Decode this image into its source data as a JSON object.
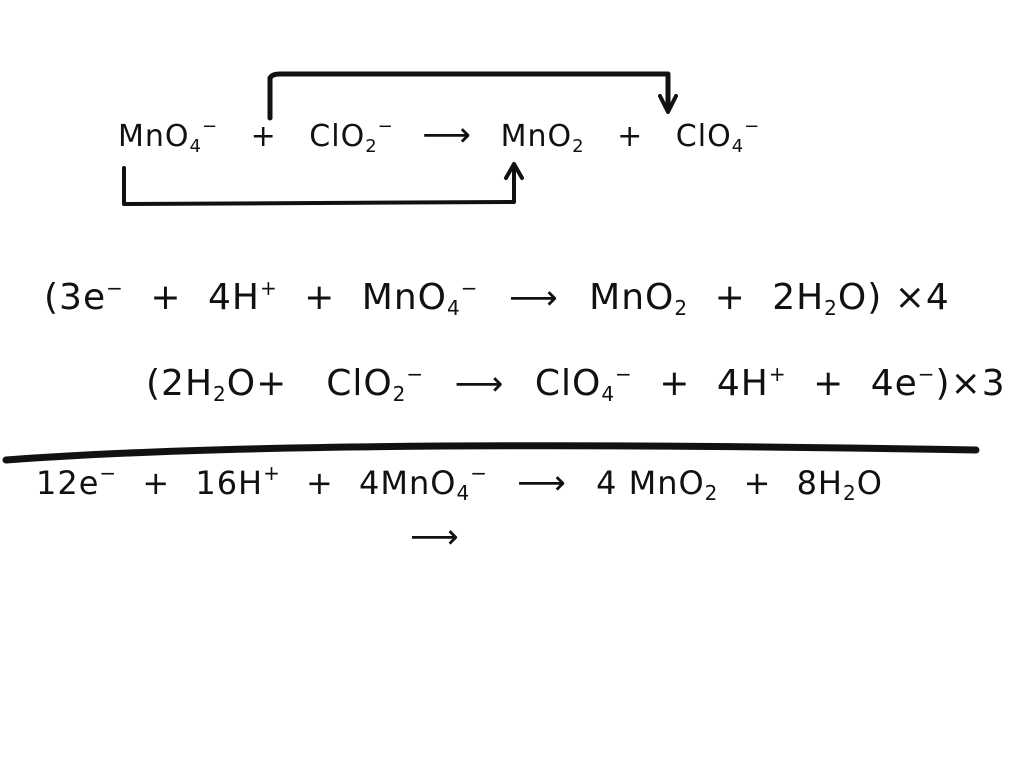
{
  "equation_1": {
    "reactant_1": "MnO",
    "reactant_1_sub": "4",
    "reactant_1_sup": "−",
    "plus_1": "+",
    "reactant_2": "ClO",
    "reactant_2_sub": "2",
    "reactant_2_sup": "−",
    "arrow": "⟶",
    "product_1": "MnO",
    "product_1_sub": "2",
    "plus_2": "+",
    "product_2": "ClO",
    "product_2_sub": "4",
    "product_2_sup": "−"
  },
  "half_reaction_reduction": {
    "open_paren": "(",
    "electrons": "3e",
    "electrons_sup": "−",
    "plus_1": "+",
    "protons": "4H",
    "protons_sup": "+",
    "plus_2": "+",
    "reactant": "MnO",
    "reactant_sub": "4",
    "reactant_sup": "−",
    "arrow": "⟶",
    "product_1": "MnO",
    "product_1_sub": "2",
    "plus_3": "+",
    "water_coef": "2H",
    "water_sub": "2",
    "water_o": "O",
    "close_paren": ")",
    "multiplier": "×4"
  },
  "half_reaction_oxidation": {
    "open_paren": "(",
    "water_coef": "2H",
    "water_sub": "2",
    "water_o": "O",
    "plus_1": "+",
    "reactant": "ClO",
    "reactant_sub": "2",
    "reactant_sup": "−",
    "arrow": "⟶",
    "product": "ClO",
    "product_sub": "4",
    "product_sup": "−",
    "plus_2": "+",
    "protons": "4H",
    "protons_sup": "+",
    "plus_3": "+",
    "electrons": "4e",
    "electrons_sup": "−",
    "close_paren": ")",
    "multiplier": "×3"
  },
  "sum_line": {
    "electrons": "12e",
    "electrons_sup": "−",
    "plus_1": "+",
    "protons": "16H",
    "protons_sup": "+",
    "plus_2": "+",
    "reactant": "4MnO",
    "reactant_sub": "4",
    "reactant_sup": "−",
    "arrow": "⟶",
    "product_1": "4 MnO",
    "product_1_sub": "2",
    "plus_3": "+",
    "water": "8H",
    "water_sub": "2",
    "water_o": "O"
  },
  "empty_line": {
    "arrow": "⟶"
  },
  "colors": {
    "ink": "#111111",
    "background": "#ffffff"
  }
}
